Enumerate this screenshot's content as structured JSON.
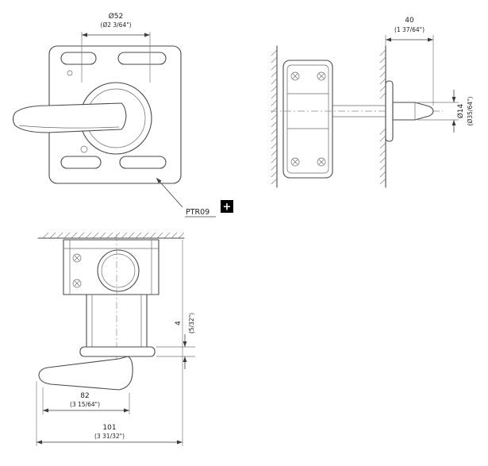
{
  "part": {
    "label": "PTR09",
    "plus_icon": "+"
  },
  "dims": {
    "front_dia_mm": "Ø52",
    "front_dia_in": "(Ø2 3/64\")",
    "depth_mm": "40",
    "depth_in": "(1 37/64\")",
    "shaft_dia_mm": "Ø14",
    "shaft_dia_in": "(Ø35/64\")",
    "rose_thick_mm": "4",
    "rose_thick_in": "(5/32\")",
    "lever_mm": "82",
    "lever_in": "(3 15/64\")",
    "total_mm": "101",
    "total_in": "(3 31/32\")"
  },
  "colors": {
    "line": "#4a4a4a",
    "accent": "#000000"
  }
}
